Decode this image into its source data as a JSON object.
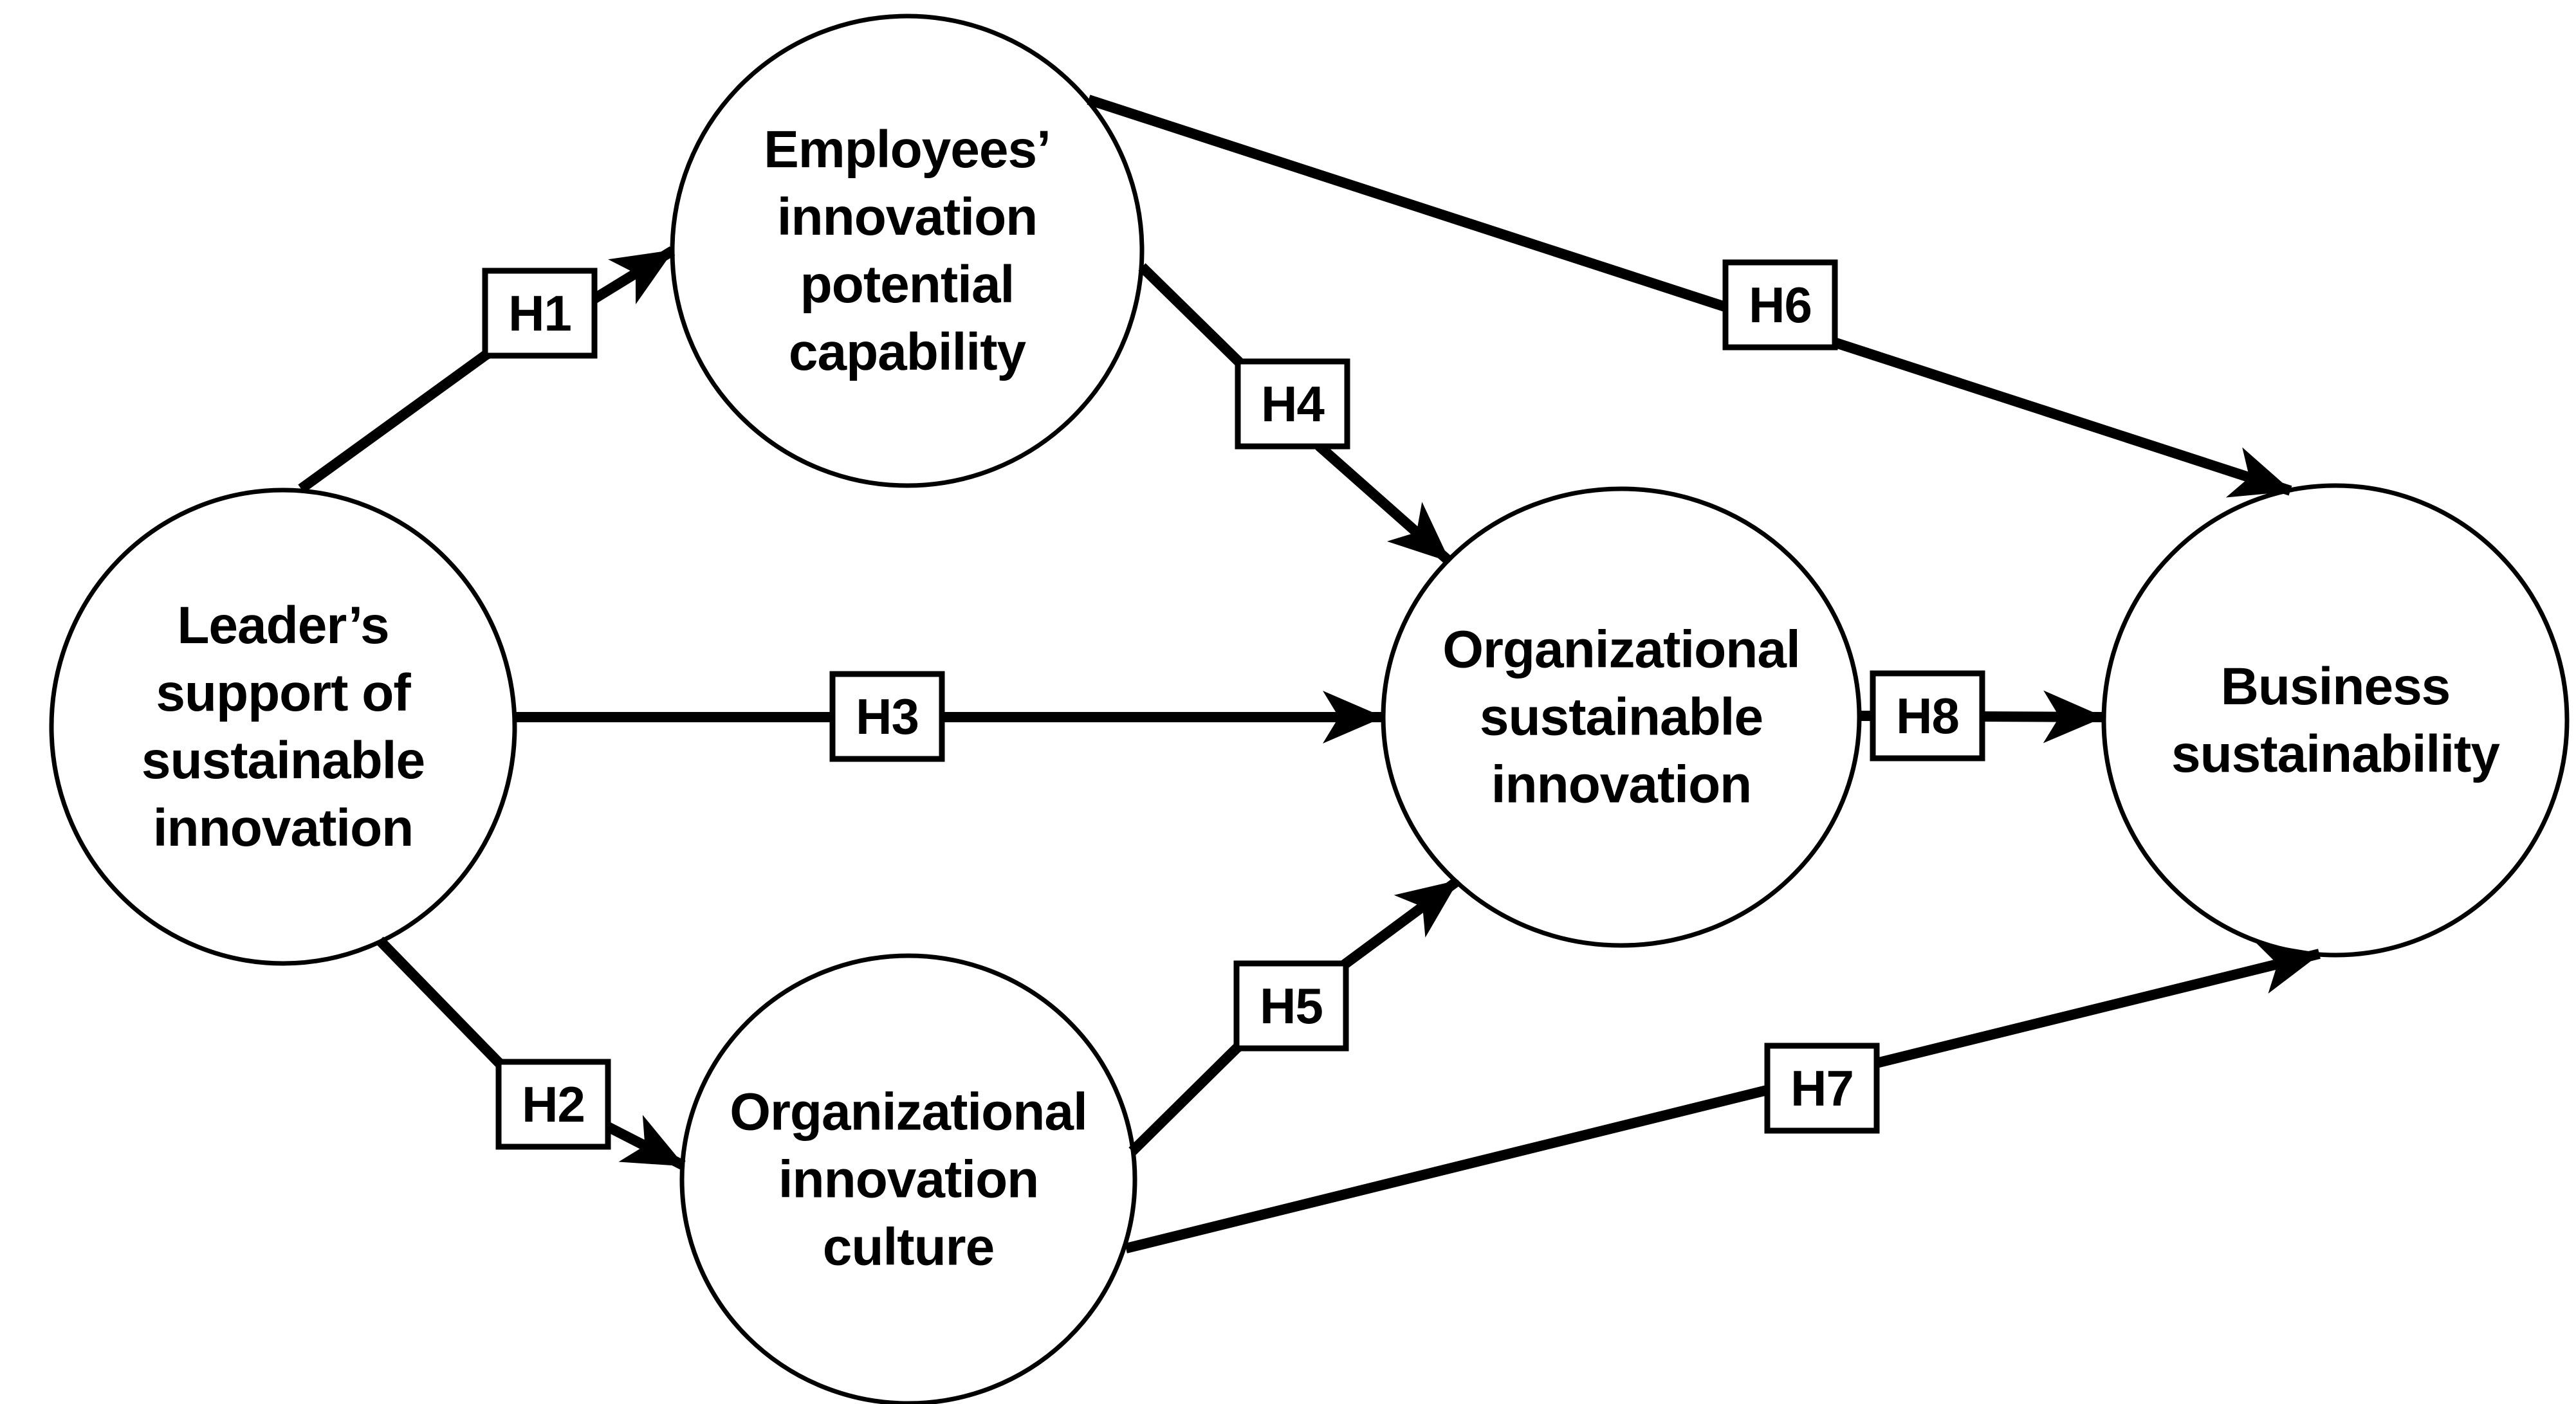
{
  "figure": {
    "background_color": "#ffffff",
    "line_color": "#000000",
    "node_fill_color": "#ffffff"
  },
  "nodes": [
    {
      "id": "lssi",
      "label": "Leader’s support of sustainable innovation",
      "label_lines": [
        "Leader’s",
        "support of",
        "sustainable",
        "innovation"
      ]
    },
    {
      "id": "eipc",
      "label": "Employees’ innovation potential capability",
      "label_lines": [
        "Employees’",
        "innovation",
        "potential",
        "capability"
      ]
    },
    {
      "id": "oic",
      "label": "Organizational innovation culture",
      "label_lines": [
        "Organizational",
        "innovation",
        "culture"
      ]
    },
    {
      "id": "osi",
      "label": "Organizational sustainable innovation",
      "label_lines": [
        "Organizational",
        "sustainable",
        "innovation"
      ]
    },
    {
      "id": "bs",
      "label": "Business sustainability",
      "label_lines": [
        "Business",
        "sustainability"
      ]
    }
  ],
  "edges": [
    {
      "id": "h1",
      "label": "H1",
      "from": "lssi",
      "to": "eipc"
    },
    {
      "id": "h2",
      "label": "H2",
      "from": "lssi",
      "to": "oic"
    },
    {
      "id": "h3",
      "label": "H3",
      "from": "lssi",
      "to": "osi"
    },
    {
      "id": "h4",
      "label": "H4",
      "from": "eipc",
      "to": "osi"
    },
    {
      "id": "h5",
      "label": "H5",
      "from": "oic",
      "to": "osi"
    },
    {
      "id": "h6",
      "label": "H6",
      "from": "eipc",
      "to": "bs"
    },
    {
      "id": "h7",
      "label": "H7",
      "from": "oic",
      "to": "bs"
    },
    {
      "id": "h8",
      "label": "H8",
      "from": "osi",
      "to": "bs"
    }
  ]
}
